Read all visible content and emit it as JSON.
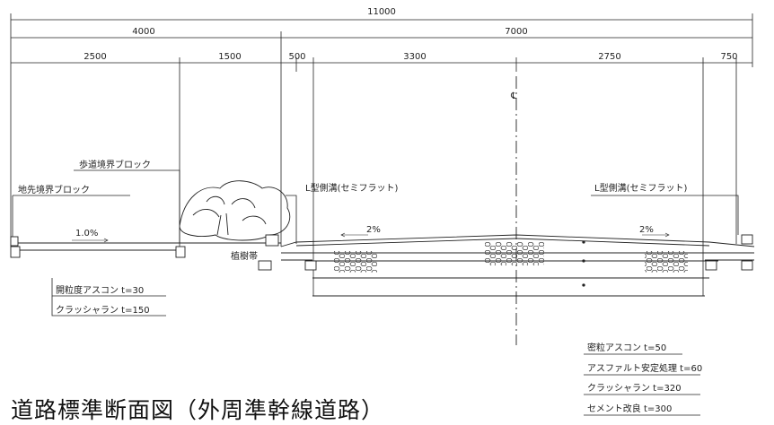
{
  "dimensions": {
    "overall": "11000",
    "left_half": "4000",
    "right_half": "7000",
    "segments": [
      "2500",
      "1500",
      "500",
      "3300",
      "2750",
      "750"
    ]
  },
  "labels": {
    "left_block_1": "歩道境界ブロック",
    "left_block_2": "地先境界ブロック",
    "gutter_left": "L型側溝(セミフラット)",
    "gutter_right": "L型側溝(セミフラット)",
    "planting": "植樹帯",
    "center": "℄",
    "slope_sidewalk": "1.0%",
    "slope_left": "2%",
    "slope_right": "2%"
  },
  "sidewalk_layers": [
    "開粒度アスコン t=30",
    "クラッシャラン t=150"
  ],
  "road_layers": [
    "密粒アスコン t=50",
    "アスファルト安定処理 t=60",
    "クラッシャラン t=320",
    "セメント改良 t=300"
  ],
  "title": "道路標準断面図（外周準幹線道路）"
}
